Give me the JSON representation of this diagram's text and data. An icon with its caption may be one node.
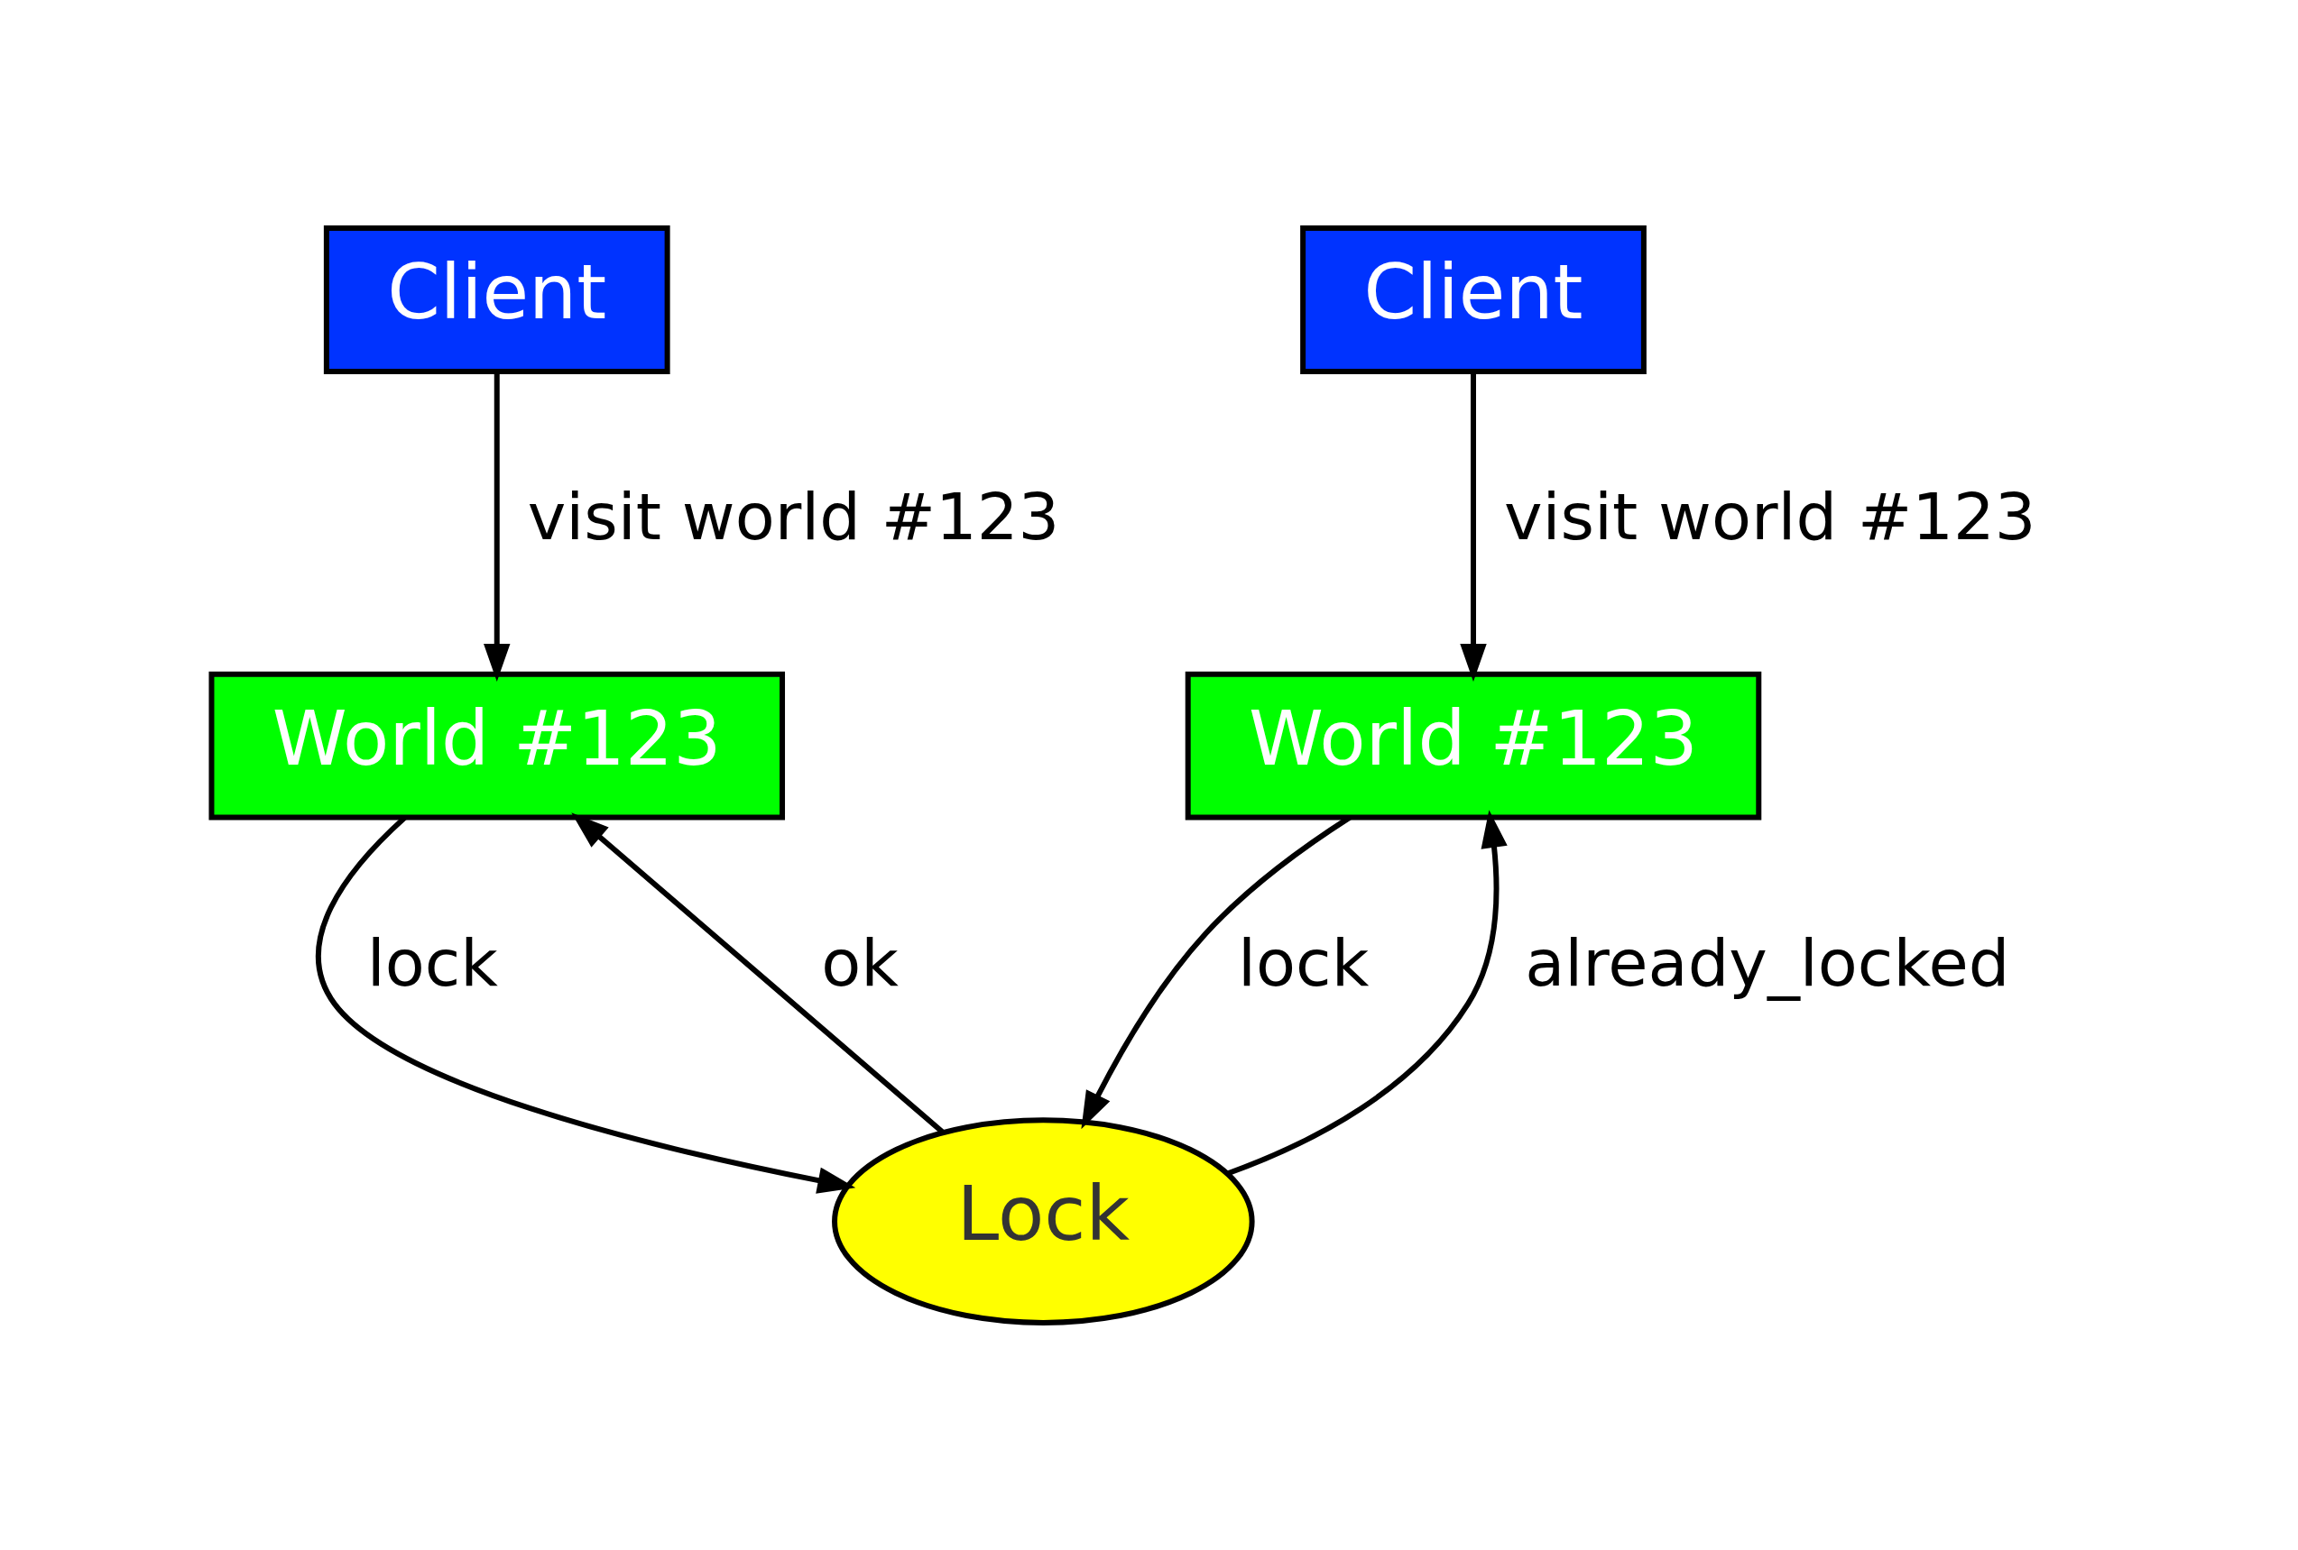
{
  "diagram": {
    "nodes": [
      {
        "text": [
          "Client"
        ]
      },
      {
        "text": [
          "Client"
        ]
      },
      {
        "text": [
          "World #123"
        ]
      },
      {
        "text": [
          "World #123"
        ]
      },
      {
        "text": [
          "Lock"
        ]
      }
    ],
    "edges": [
      {
        "from": 0,
        "to": 2,
        "arrow": "to",
        "label": "visit world #123"
      },
      {
        "from": 1,
        "to": 3,
        "arrow": "to",
        "label": "visit world #123"
      },
      {
        "from": 2,
        "to": 4,
        "arrow": "to",
        "label": "lock"
      },
      {
        "from": 4,
        "to": 2,
        "arrow": "to",
        "label": "ok"
      },
      {
        "from": 3,
        "to": 4,
        "arrow": "to",
        "label": "lock"
      },
      {
        "from": 4,
        "to": 3,
        "arrow": "to",
        "label": "already_locked"
      }
    ]
  }
}
